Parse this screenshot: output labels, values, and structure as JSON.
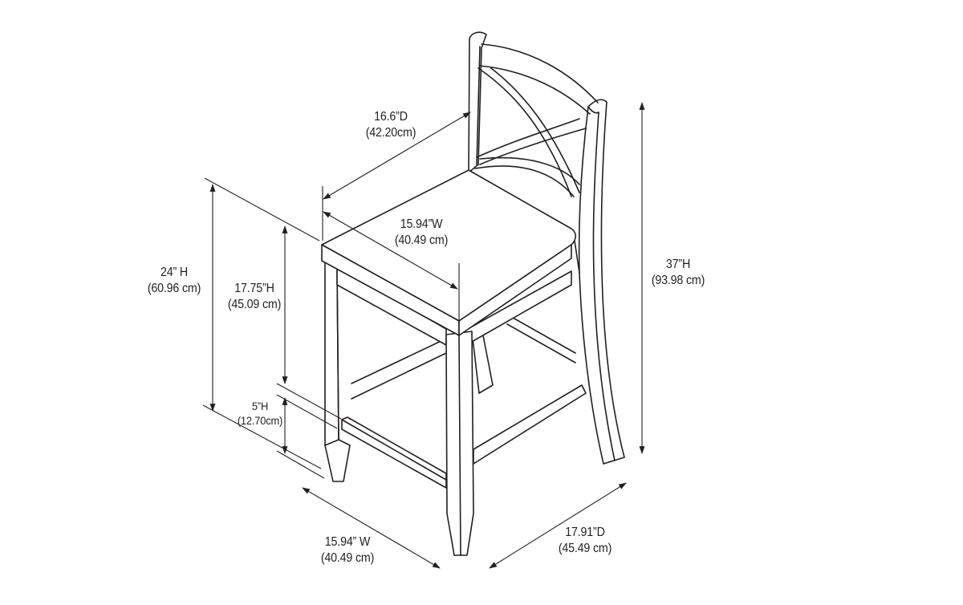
{
  "diagram": {
    "subject": "Counter-height bar stool with X-back, dimension drawing",
    "line_color": "#231f20",
    "background": "#ffffff",
    "dimensions": {
      "seat_depth": {
        "imperial": "16.6”D",
        "metric": "(42.20cm)"
      },
      "seat_width": {
        "imperial": "15.94”W",
        "metric": "(40.49 cm)"
      },
      "seat_height_total": {
        "imperial": "24” H",
        "metric": "(60.96 cm)"
      },
      "seat_to_footrest": {
        "imperial": "17.75”H",
        "metric": "(45.09 cm)"
      },
      "footrest_height": {
        "imperial": "5”H",
        "metric": "(12.70cm)"
      },
      "overall_height": {
        "imperial": "37”H",
        "metric": "(93.98 cm)"
      },
      "base_width": {
        "imperial": "15.94” W",
        "metric": "(40.49 cm)"
      },
      "base_depth": {
        "imperial": "17.91”D",
        "metric": "(45.49 cm)"
      }
    }
  }
}
